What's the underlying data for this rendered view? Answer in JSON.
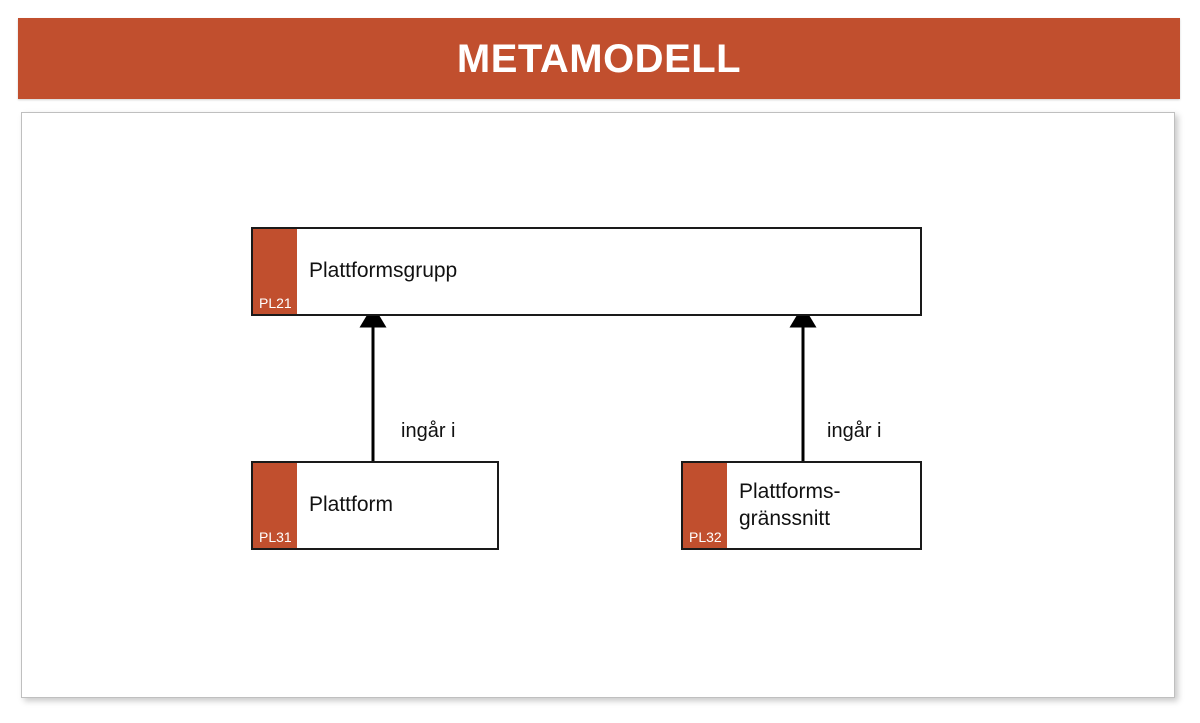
{
  "header": {
    "title": "METAMODELL",
    "background_color": "#C14F2E",
    "text_color": "#FFFFFF"
  },
  "diagram": {
    "accent_color": "#C14F2E",
    "border_color": "#1A1A1A",
    "entities": [
      {
        "id": "plattformsgrupp",
        "code": "PL21",
        "label": "Plattformsgrupp"
      },
      {
        "id": "plattform",
        "code": "PL31",
        "label": "Plattform"
      },
      {
        "id": "plattformsgranssnitt",
        "code": "PL32",
        "label": "Plattforms-\ngränssnitt"
      }
    ],
    "relations": [
      {
        "id": "plattform-ingar-i-plattformsgrupp",
        "label": "ingår i",
        "from": "plattform",
        "to": "plattformsgrupp"
      },
      {
        "id": "plattformsgranssnitt-ingar-i-plattformsgrupp",
        "label": "ingår i",
        "from": "plattformsgranssnitt",
        "to": "plattformsgrupp"
      }
    ]
  }
}
